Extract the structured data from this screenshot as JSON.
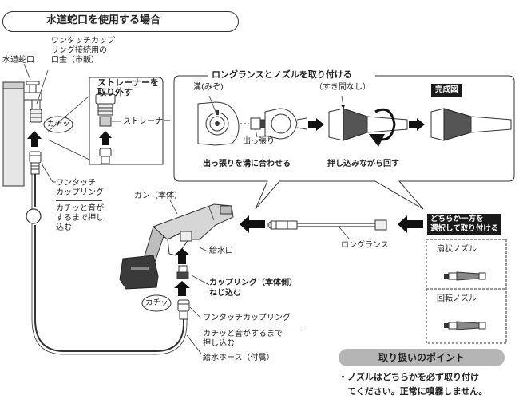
{
  "header": {
    "title": "水道蛇口を使用する場合"
  },
  "labels": {
    "faucet": "水道蛇口",
    "adapter": [
      "ワンタッチカップ",
      "リング接続用の",
      "口金（市販）"
    ],
    "strainer_remove": [
      "ストレーナーを",
      "取り外す"
    ],
    "strainer": "ストレーナー",
    "click_top": "カチッ",
    "click_bottom": "カチッ",
    "onetouch_coupling": [
      "ワンタッチ",
      "カップリング"
    ],
    "push_until_click": [
      "カチッと音が",
      "するまで押し",
      "込む"
    ],
    "gun": "ガン（本体）",
    "water_inlet": "給水口",
    "coupling_body": "カップリング（本体側）",
    "screw_in": "ねじ込む",
    "onetouch_coupling2": "ワンタッチカップリング",
    "push_until_click2": [
      "カチッと音がするまで",
      "押し込む"
    ],
    "hose": "給水ホース（付属）",
    "long_lance": "ロングランス"
  },
  "lance_box": {
    "title": "ロングランスとノズルを取り付ける",
    "groove": "溝(みぞ)",
    "no_gap": "（すき間なし）",
    "complete": "完成図",
    "protrusion": "出っ張り",
    "align": "出っ張りを溝に合わせる",
    "push_rotate": "押し込みながら回す"
  },
  "choose": [
    "どちらか一方を",
    "選択して取り付ける"
  ],
  "nozzles": {
    "fan": "扇状ノズル",
    "rotary": "回転ノズル"
  },
  "points": {
    "title": "取り扱いのポイント",
    "text": [
      "・ノズルはどちらかを必ず取り付け",
      "　てください。正常に噴霧しません。"
    ]
  }
}
